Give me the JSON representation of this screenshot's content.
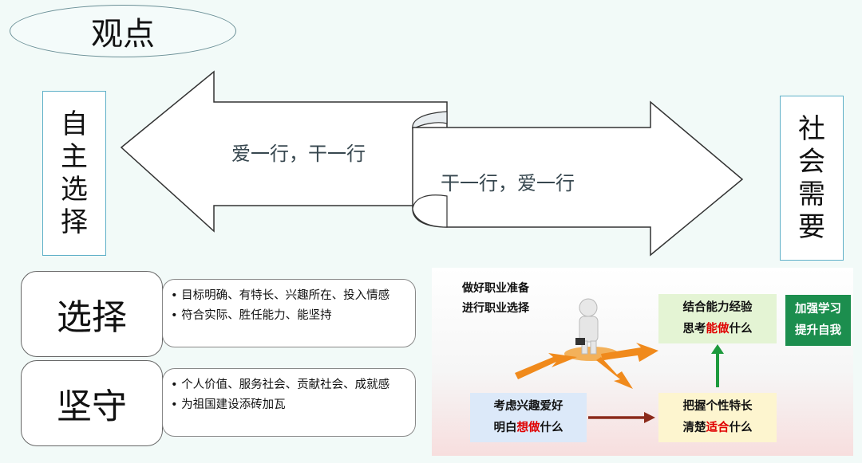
{
  "title": "观点",
  "left_label": [
    "自",
    "主",
    "选",
    "择"
  ],
  "right_label": [
    "社",
    "会",
    "需",
    "要"
  ],
  "arrow_left_text": "爱一行，干一行",
  "arrow_right_text": "干一行，爱一行",
  "rows": [
    {
      "label": "选择",
      "bullets": [
        "• 目标明确、有特长、兴趣所在、投入情感",
        "• 符合实际、胜任能力、能坚持"
      ]
    },
    {
      "label": "坚守",
      "bullets": [
        "• 个人价值、服务社会、贡献社会、成就感",
        "• 为祖国建设添砖加瓦"
      ]
    }
  ],
  "panel": {
    "heading": [
      "做好职业准备",
      "进行职业选择"
    ],
    "ability": {
      "line1": "结合能力经验",
      "line2_pre": "思考",
      "line2_em": "能做",
      "line2_post": "什么"
    },
    "learn": [
      "加强学习",
      "提升自我"
    ],
    "interest": {
      "line1": "考虑兴趣爱好",
      "line2_pre": "明白",
      "line2_em": "想做",
      "line2_post": "什么"
    },
    "trait": {
      "line1": "把握个性特长",
      "line2_pre": "清楚",
      "line2_em": "适合",
      "line2_post": "什么"
    }
  },
  "colors": {
    "background": "#f2faf8",
    "accent_red": "#e00000",
    "learn_green": "#1c8e4e",
    "arrow_orange": "#f08a1c"
  }
}
